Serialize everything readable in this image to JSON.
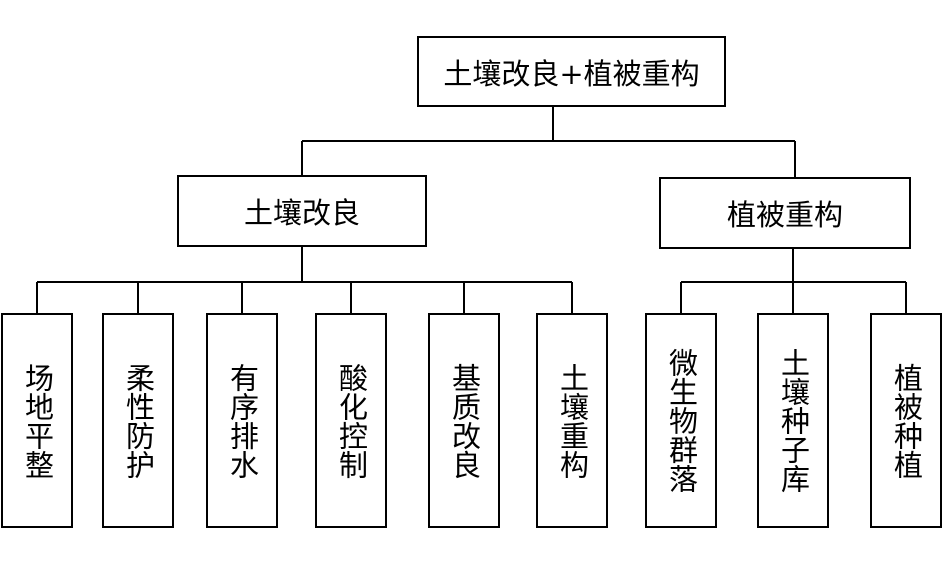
{
  "root": {
    "label": "土壤改良+植被重构"
  },
  "branches": [
    {
      "label": "土壤改良",
      "children": [
        "场地平整",
        "柔性防护",
        "有序排水",
        "酸化控制",
        "基质改良",
        "土壤重构"
      ]
    },
    {
      "label": "植被重构",
      "children": [
        "微生物群落",
        "土壤种子库",
        "植被种植"
      ]
    }
  ]
}
